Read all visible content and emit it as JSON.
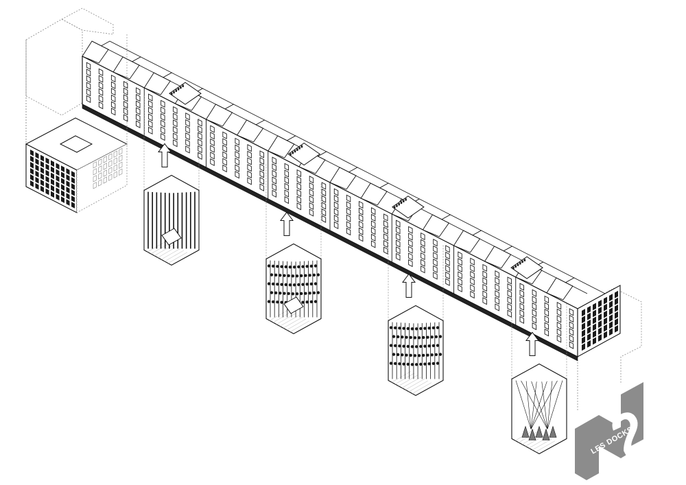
{
  "diagram": {
    "logo": {
      "text": "LES DOCKS",
      "numeral": "2",
      "color": "#8c8c8c"
    },
    "palette": {
      "line": "#111111",
      "ghost": "#8a8a8a",
      "window": "#1a1a1a",
      "paper": "#ffffff",
      "grid": "#c8c8c8"
    },
    "building": {
      "bays": 40,
      "floors": 6,
      "courtyards": 4
    },
    "interiors": [
      {
        "id": "vignette-1",
        "pattern": "columns-stairs"
      },
      {
        "id": "vignette-2",
        "pattern": "plants-stairs"
      },
      {
        "id": "vignette-3",
        "pattern": "trees-grid"
      },
      {
        "id": "vignette-4",
        "pattern": "cables-cones"
      }
    ]
  }
}
